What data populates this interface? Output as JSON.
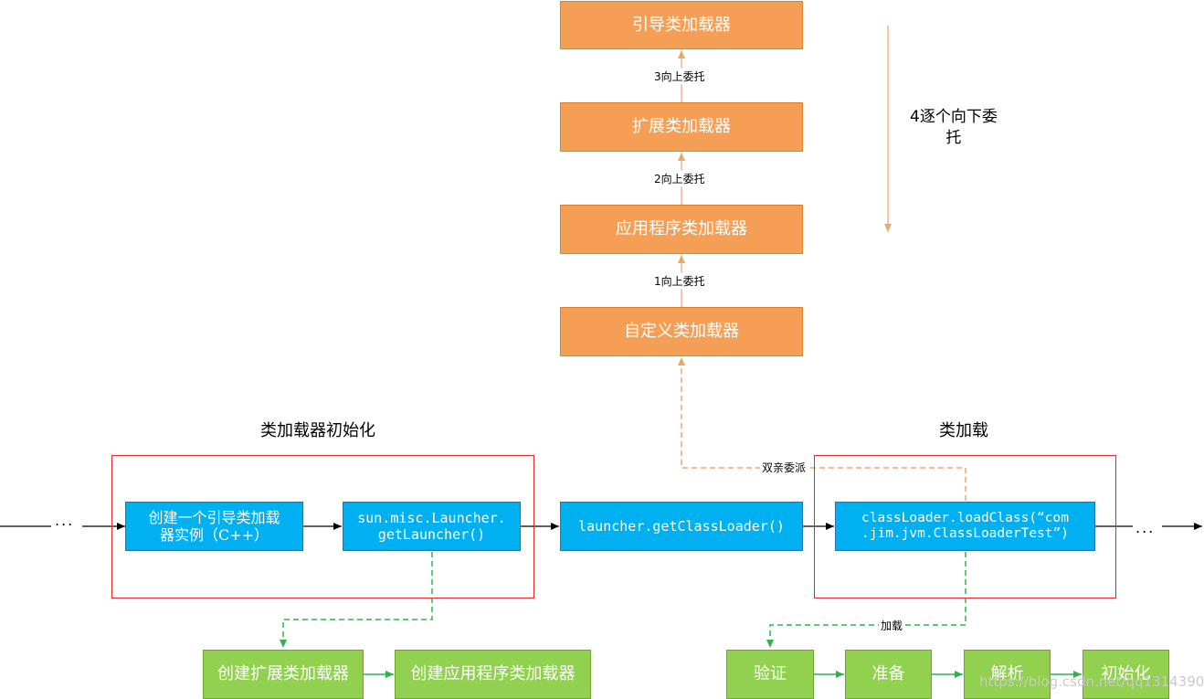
{
  "hierarchy": {
    "bootstrap": "引导类加载器",
    "extension": "扩展类加载器",
    "application": "应用程序类加载器",
    "custom": "自定义类加载器",
    "delegate_3": "3向上委托",
    "delegate_2": "2向上委托",
    "delegate_1": "1向上委托",
    "downward_line1": "4逐个向下委",
    "downward_line2": "托"
  },
  "init_section": {
    "title": "类加载器初始化",
    "create_bootstrap_line1": "创建一个引导类加载",
    "create_bootstrap_line2": "器实例（C++）",
    "get_launcher_line1": "sun.misc.Launcher.",
    "get_launcher_line2": "getLauncher()",
    "create_extension": "创建扩展类加载器",
    "create_application": "创建应用程序类加载器"
  },
  "middle": {
    "get_classloader": "launcher.getClassLoader()",
    "parent_delegation": "双亲委派"
  },
  "load_section": {
    "title": "类加载",
    "load_class_line1": "classLoader.loadClass(“com",
    "load_class_line2": ".jim.jvm.ClassLoaderTest”)",
    "load_label": "加载",
    "verify": "验证",
    "prepare": "准备",
    "resolve": "解析",
    "initialize": "初始化"
  },
  "flow": {
    "ellipsis_left": "...",
    "ellipsis_right": "..."
  },
  "watermark": "https://blog.csdn.net/qq1314390",
  "colors": {
    "orange": "#f59e55",
    "blue": "#00b0f0",
    "green": "#92d050",
    "frame_red": "#e0292c",
    "orange_line": "#f4a46a",
    "green_line": "#2db34a"
  }
}
